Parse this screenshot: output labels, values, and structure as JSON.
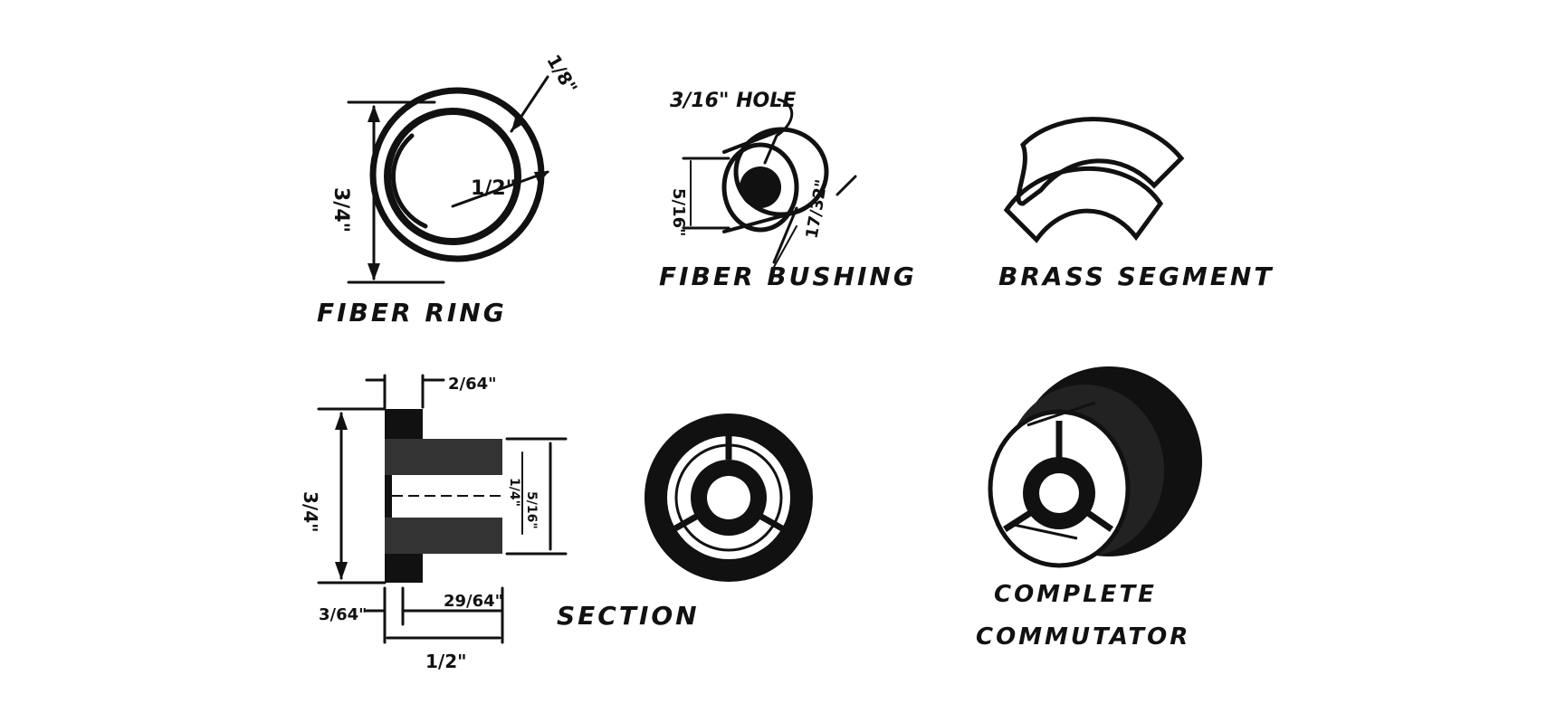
{
  "figure": {
    "labels": {
      "fiber_ring": "FIBER RING",
      "fiber_bushing": "FIBER BUSHING",
      "brass_segment": "BRASS SEGMENT",
      "section": "SECTION",
      "complete_line1": "COMPLETE",
      "complete_line2": "COMMUTATOR"
    },
    "dimensions": {
      "ring_outer": "3/4\"",
      "ring_inner": "1/2\"",
      "ring_wall": "1/8\"",
      "hole": "3/16\" HOLE",
      "bushing_dia": "5/16\"",
      "bushing_len": "17/32\"",
      "flange": "2/64\"",
      "sec_outer": "3/4\"",
      "sec_left": "3/64\"",
      "sec_len": "29/64\"",
      "sec_total": "1/2\"",
      "sec_small": "1/4\"",
      "sec_mid": "5/16\""
    }
  }
}
